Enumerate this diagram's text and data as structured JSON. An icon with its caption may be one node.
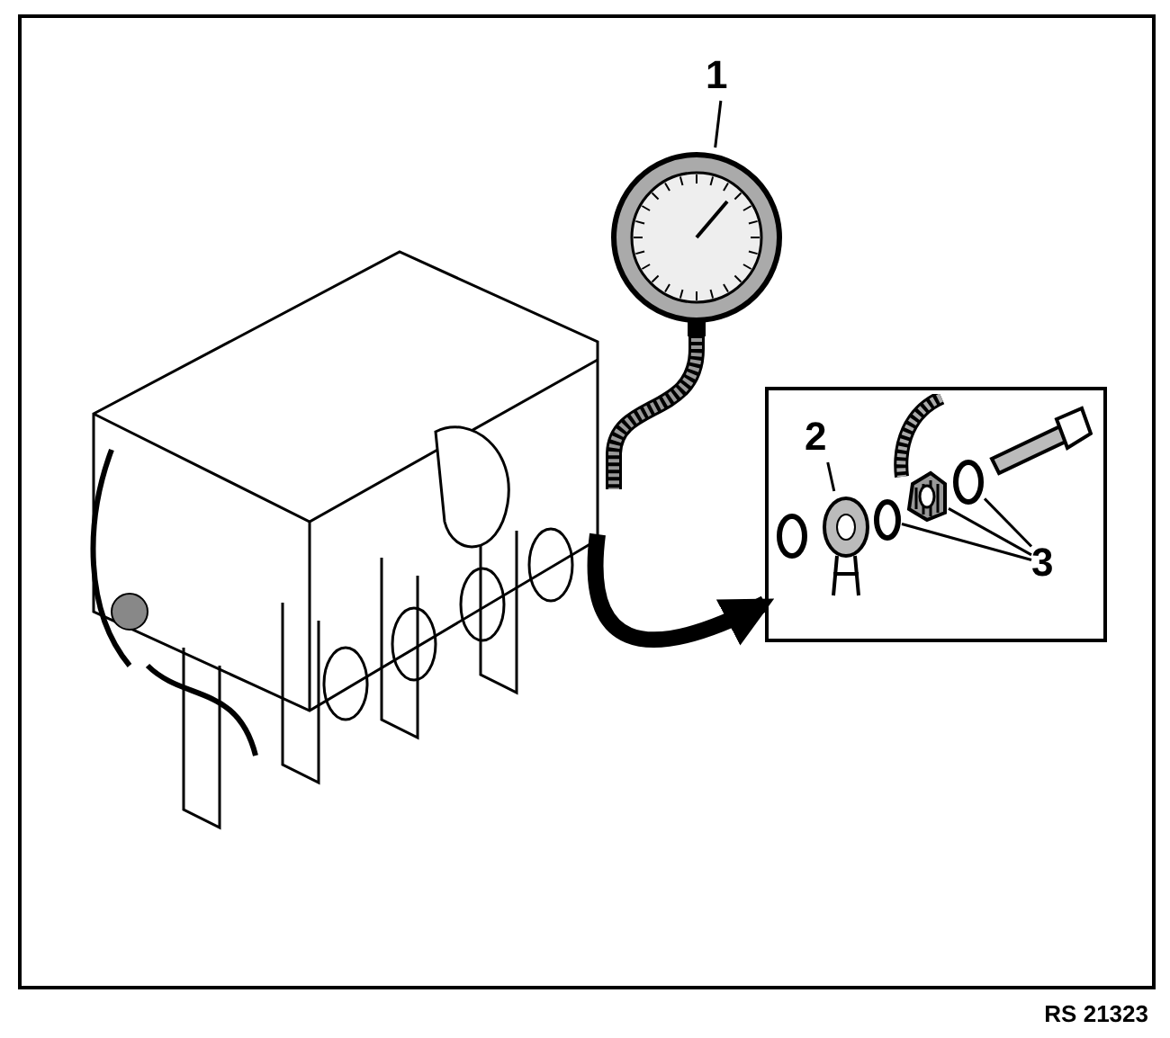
{
  "diagram": {
    "nodes": [
      {
        "text": [
          "1"
        ]
      },
      {
        "text": [],
        "shape": "picture"
      },
      {
        "text": [],
        "shape": "picture"
      },
      {
        "text": [],
        "shape": "box"
      },
      {
        "text": [
          "2"
        ],
        "in": 3
      },
      {
        "text": [],
        "shape": "picture",
        "in": 3
      },
      {
        "text": [
          "3"
        ],
        "in": 3
      },
      {
        "text": [],
        "shape": "circle",
        "in": 3
      },
      {
        "text": [],
        "shape": "picture",
        "in": 3
      },
      {
        "text": [],
        "shape": "circle",
        "in": 3
      }
    ],
    "edges": [
      {
        "from": 0,
        "to": 2,
        "arrow": "none"
      },
      {
        "from": 1,
        "to": 3,
        "arrow": "to",
        "style": "thick"
      },
      {
        "from": 4,
        "to": 5,
        "arrow": "none"
      },
      {
        "from": 6,
        "to": 7,
        "arrow": "none"
      },
      {
        "from": 6,
        "to": 8,
        "arrow": "none"
      },
      {
        "from": 6,
        "to": 9,
        "arrow": "none"
      }
    ],
    "labels": [
      "RS 21323"
    ]
  }
}
